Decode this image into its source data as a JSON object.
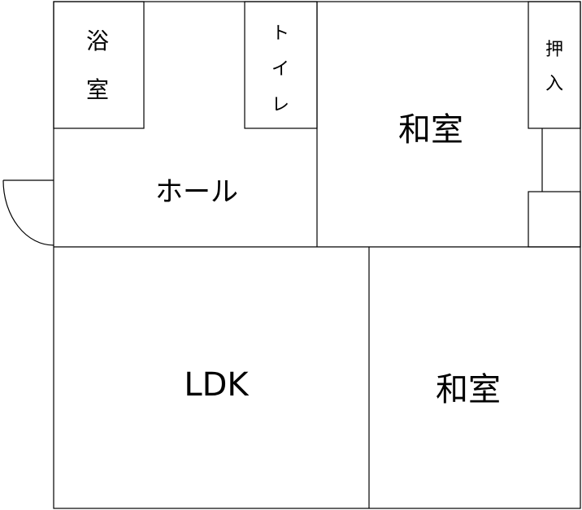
{
  "floorplan": {
    "rooms": {
      "bath": {
        "line1": "浴",
        "line2": "室"
      },
      "toilet": {
        "line1": "ト",
        "line2": "イ",
        "line3": "レ"
      },
      "hall": {
        "label": "ホール"
      },
      "washitsu_top": {
        "label": "和室"
      },
      "closet": {
        "line1": "押",
        "line2": "入"
      },
      "ldk": {
        "label": "LDK"
      },
      "washitsu_bottom": {
        "label": "和室"
      }
    }
  }
}
